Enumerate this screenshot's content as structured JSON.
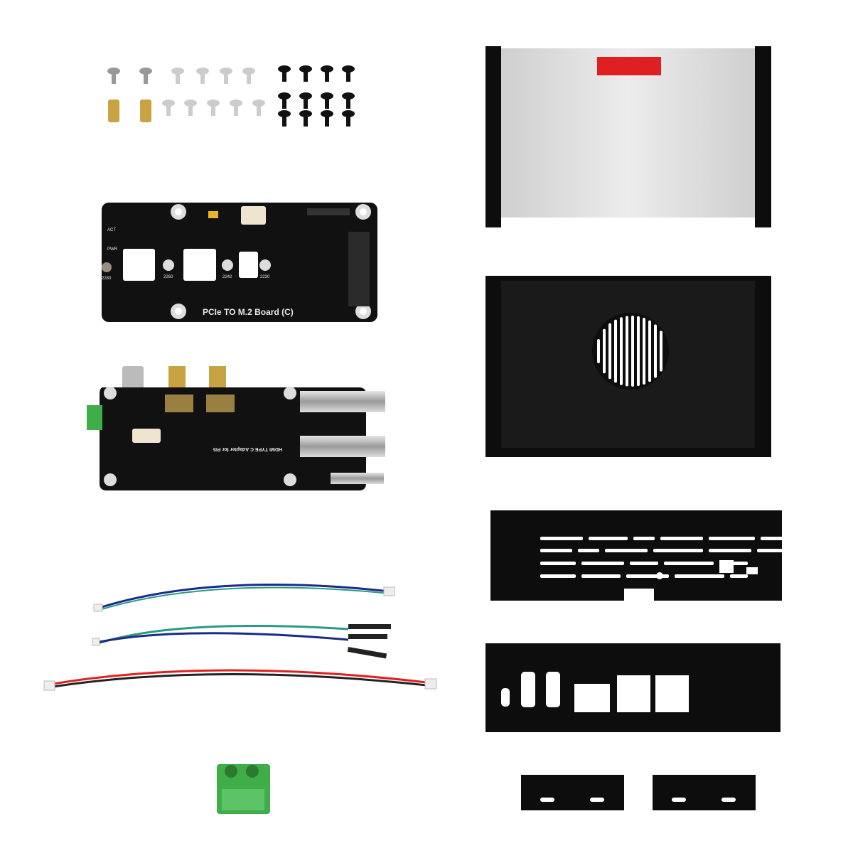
{
  "pcie_board": {
    "title": "PCIe TO M.2 Board (C)",
    "labels": [
      "ACT",
      "PWR",
      "2280",
      "2260",
      "2242",
      "2230"
    ]
  },
  "hdmi_board": {
    "title": "HDMI TYPE C Adapter for Pi5"
  },
  "colors": {
    "background": "#ffffff",
    "pcb": "#111111",
    "case_black": "#0d0d0d",
    "case_silver": "#d9d9d9",
    "terminal_green": "#3fae49",
    "brass": "#c9a243",
    "sticker_red": "#e02020"
  }
}
